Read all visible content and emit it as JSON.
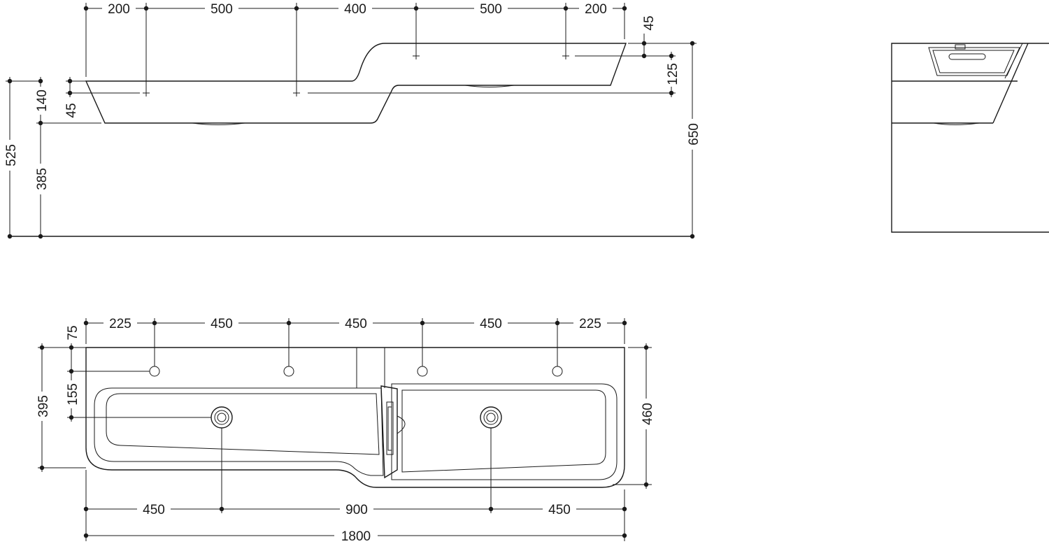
{
  "side_view": {
    "top": [
      "200",
      "500",
      "400",
      "500",
      "200"
    ],
    "right": [
      "45",
      "125",
      "650"
    ],
    "left": [
      "45",
      "140",
      "385",
      "525"
    ]
  },
  "plan_view": {
    "top": [
      "225",
      "450",
      "450",
      "450",
      "225"
    ],
    "left": [
      "75",
      "155",
      "395"
    ],
    "right": [
      "460"
    ],
    "bottom": [
      "450",
      "900",
      "450"
    ],
    "total": "1800"
  }
}
